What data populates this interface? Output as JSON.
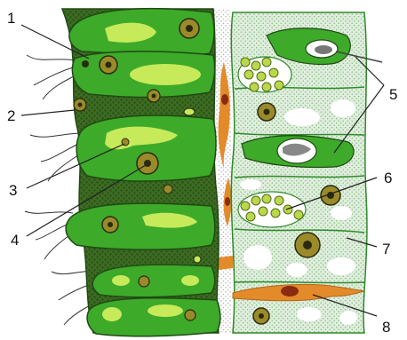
{
  "colors": {
    "ecto_bright": "#3daa2a",
    "ecto_dark": "#3c6b22",
    "ecto_light": "#c6ea5a",
    "ecto_outline": "#1f4a12",
    "mesoglea_dots": "#bbbbbb",
    "endo_fill": "#dfeedd",
    "endo_outline": "#2f8a2a",
    "vacuole": "#ffffff",
    "nucleus_outer": "#9a8a2a",
    "nucleus_inner": "#2a2a10",
    "orange": "#e38a2a",
    "orange_nucleus": "#8a2a10",
    "zoochlorella": "#b9d84a",
    "food_vacuole": "#2fa52f",
    "cnidocil": "#444444"
  },
  "labels": [
    {
      "id": "1",
      "text": "1"
    },
    {
      "id": "2",
      "text": "2"
    },
    {
      "id": "3",
      "text": "3"
    },
    {
      "id": "4",
      "text": "4"
    },
    {
      "id": "5",
      "text": "5"
    },
    {
      "id": "6",
      "text": "6"
    },
    {
      "id": "7",
      "text": "7"
    },
    {
      "id": "8",
      "text": "8"
    }
  ]
}
